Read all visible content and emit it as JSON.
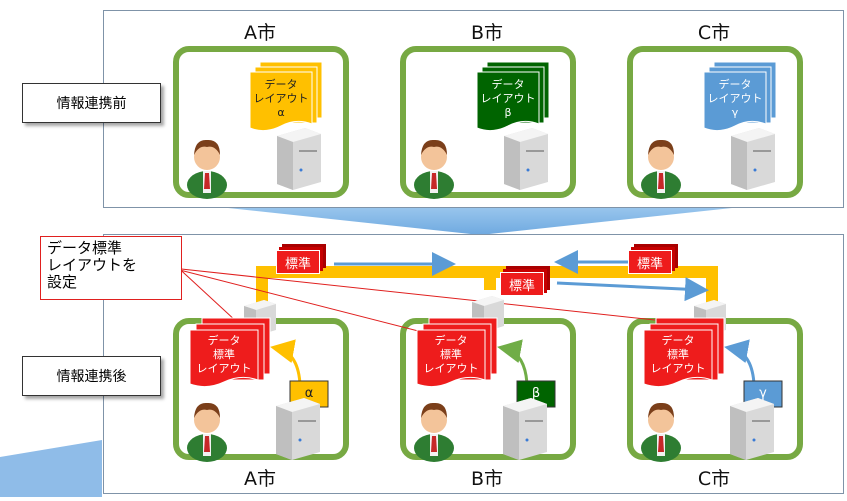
{
  "before": {
    "label": "情報連携前",
    "cities": [
      {
        "name": "A市",
        "doc_line1": "データ",
        "doc_line2": "レイアウト",
        "doc_line3": "α",
        "doc_color": "#ffc000"
      },
      {
        "name": "B市",
        "doc_line1": "データ",
        "doc_line2": "レイアウト",
        "doc_line3": "β",
        "doc_color": "#006400"
      },
      {
        "name": "C市",
        "doc_line1": "データ",
        "doc_line2": "レイアウト",
        "doc_line3": "γ",
        "doc_color": "#5b9bd5"
      }
    ]
  },
  "after": {
    "label": "情報連携後",
    "callout": {
      "line1": "データ標準",
      "line2": "レイアウトを",
      "line3": "設定"
    },
    "std_tag": "標準",
    "cities": [
      {
        "name": "A市",
        "std_line1": "データ",
        "std_line2": "標準",
        "std_line3": "レイアウト",
        "local": "α",
        "local_color": "#ffc000",
        "arrow_color": "#ffc000"
      },
      {
        "name": "B市",
        "std_line1": "データ",
        "std_line2": "標準",
        "std_line3": "レイアウト",
        "local": "β",
        "local_color": "#006400",
        "arrow_color": "#70ad47"
      },
      {
        "name": "C市",
        "std_line1": "データ",
        "std_line2": "標準",
        "std_line3": "レイアウト",
        "local": "γ",
        "local_color": "#5b9bd5",
        "arrow_color": "#5b9bd5"
      }
    ]
  },
  "colors": {
    "border_green": "#77a943",
    "standard_red": "#ee1c1c",
    "bus_yellow": "#ffc000",
    "arrow_blue": "#5b9bd5"
  }
}
